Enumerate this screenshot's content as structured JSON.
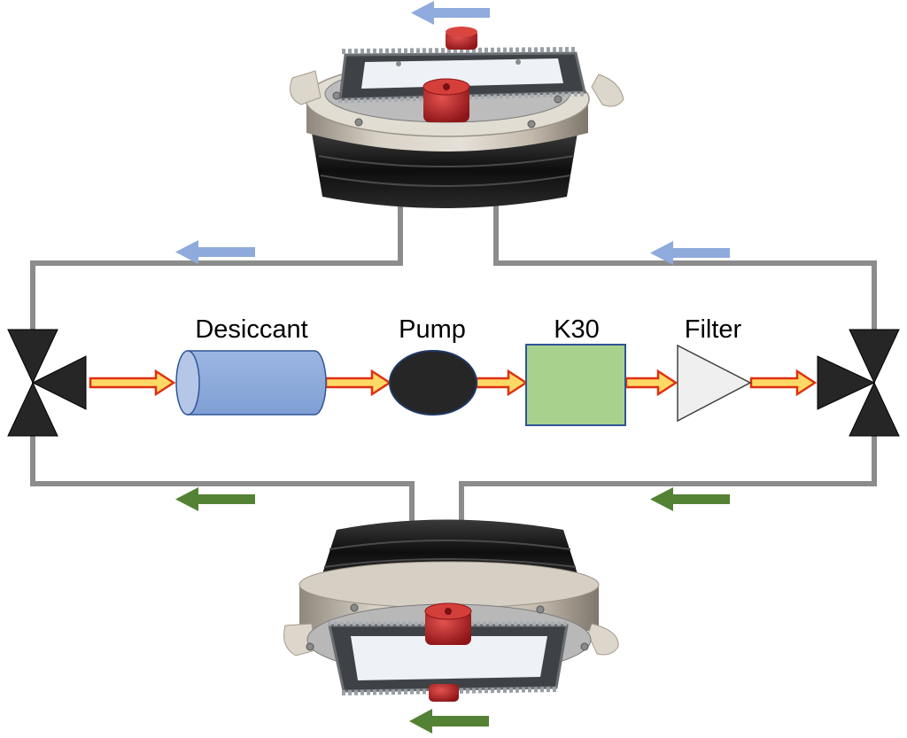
{
  "components": [
    {
      "id": "desiccant",
      "label": "Desiccant",
      "shape": "cylinder",
      "fill": "#8eaadb",
      "stroke": "#2f5597"
    },
    {
      "id": "pump",
      "label": "Pump",
      "shape": "ellipse",
      "fill": "#262626",
      "stroke": "#1f3864"
    },
    {
      "id": "k30",
      "label": "K30",
      "shape": "square",
      "fill": "#a9d18e",
      "stroke": "#2f5597"
    },
    {
      "id": "filter",
      "label": "Filter",
      "shape": "triangle",
      "fill": "#efefef",
      "stroke": "#404040"
    }
  ],
  "colors": {
    "tubing": "#8c8c8c",
    "valve": "#262626",
    "flow_arrow_fill": "#ffd966",
    "flow_arrow_outline": "#e03010",
    "upper_loop_arrow": "#8faadc",
    "lower_loop_arrow": "#548235",
    "chamber_housing": "#c9c0b2",
    "chamber_gasket": "#1a1a1a",
    "chamber_knob": "#c0262b",
    "chamber_window": "#eef2f6"
  },
  "icons": [
    "three-way-valve-icon",
    "chamber-photo-icon",
    "direction-arrow-icon"
  ]
}
